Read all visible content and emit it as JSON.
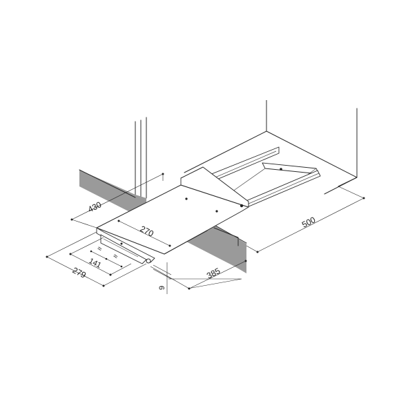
{
  "dimensions": {
    "depth_430": "430",
    "plate_270": "270",
    "length_500": "500",
    "width_279": "279",
    "width_141": "141",
    "extension_385": "385",
    "height_9": "9",
    "approx_left": "≈",
    "approx_right": "≈"
  }
}
